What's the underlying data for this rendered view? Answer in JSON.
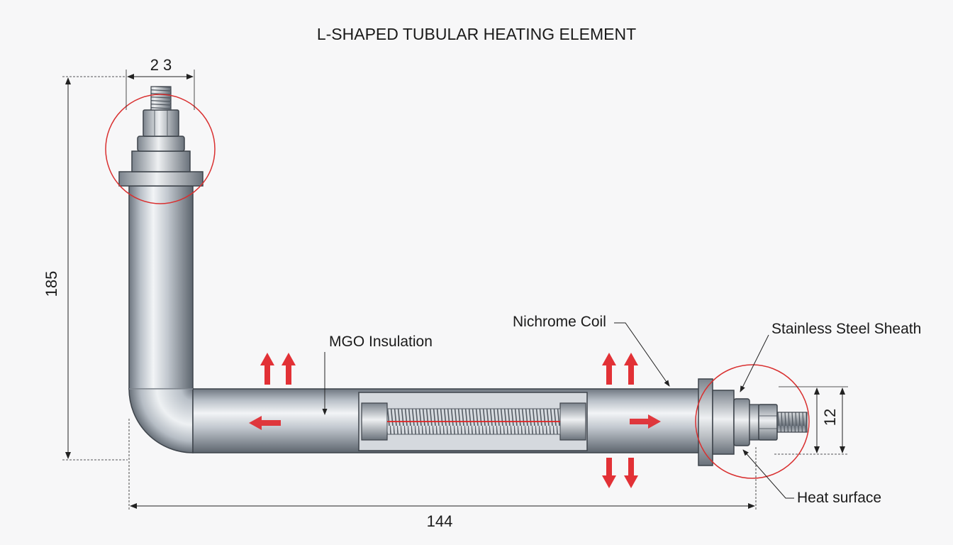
{
  "title": "L-SHAPED TUBULAR HEATING ELEMENT",
  "dimensions": {
    "top_width": "2 3",
    "height": "185",
    "length": "144",
    "diameter": "12"
  },
  "labels": {
    "mgo_insulation": "MGO Insulation",
    "nichrome_coil": "Nichrome Coil",
    "stainless_steel_sheath": "Stainless Steel Sheath",
    "heat_surface": "Heat surface"
  },
  "colors": {
    "heat_arrow": "#e0262b",
    "highlight_circle": "#d93030",
    "coil_wire": "#e02020",
    "dimension_line": "#222222"
  }
}
